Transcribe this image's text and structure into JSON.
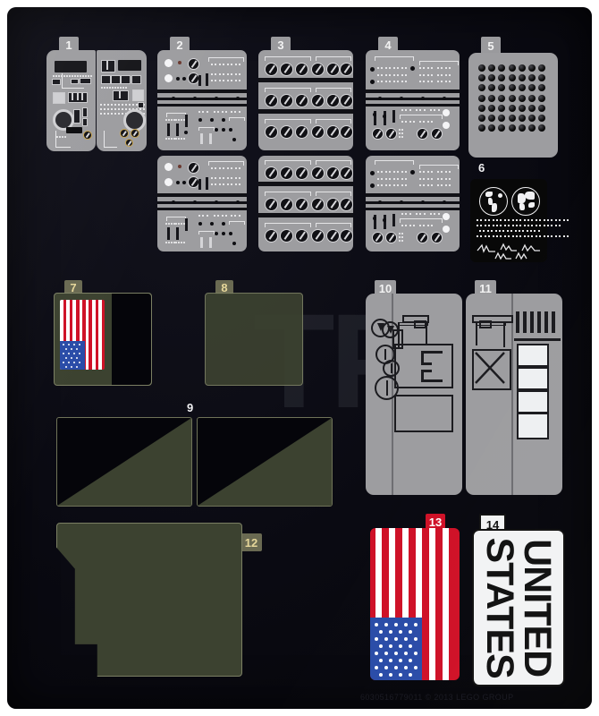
{
  "sheet": {
    "type": "lego-sticker-sheet",
    "background_color": "#0a0a12",
    "border_color": "#ffffff",
    "watermark_text": "TP",
    "copyright": "6030516779011 © 2013 LEGO GROUP"
  },
  "stickers": [
    {
      "id": "1",
      "label": "1",
      "kind": "cockpit-control-panel",
      "color": "#9d9da0"
    },
    {
      "id": "2",
      "label": "2",
      "kind": "instrument-panel",
      "color": "#9d9da0"
    },
    {
      "id": "3",
      "label": "3",
      "kind": "switch-bank-panel",
      "color": "#9d9da0"
    },
    {
      "id": "4",
      "label": "4",
      "kind": "instrument-panel",
      "color": "#9d9da0"
    },
    {
      "id": "5",
      "label": "5",
      "kind": "speaker-grille",
      "color": "#9d9da0"
    },
    {
      "id": "6",
      "label": "6",
      "kind": "world-map-screen",
      "color": "#080808"
    },
    {
      "id": "7",
      "label": "7",
      "kind": "olive-panel-with-flag",
      "color": "#3c4230"
    },
    {
      "id": "8",
      "label": "8",
      "kind": "olive-panel",
      "color": "#3c4230"
    },
    {
      "id": "9",
      "label": "9",
      "kind": "olive-triangles",
      "color": "#3c4230"
    },
    {
      "id": "10",
      "label": "10",
      "kind": "equipment-diagram",
      "color": "#9d9da0"
    },
    {
      "id": "11",
      "label": "11",
      "kind": "equipment-diagram",
      "color": "#9d9da0"
    },
    {
      "id": "12",
      "label": "12",
      "kind": "olive-polygon",
      "color": "#3c4230"
    },
    {
      "id": "13",
      "label": "13",
      "kind": "us-flag",
      "color": "#cf1127"
    },
    {
      "id": "14",
      "label": "14",
      "kind": "license-plate",
      "color": "#f2f3f4"
    }
  ],
  "plate": {
    "line1": "UNITED",
    "line2": "STATES"
  },
  "flags": {
    "stripe_red": "#cf1127",
    "stripe_white": "#ffffff",
    "canton_blue": "#2a4ca8"
  }
}
